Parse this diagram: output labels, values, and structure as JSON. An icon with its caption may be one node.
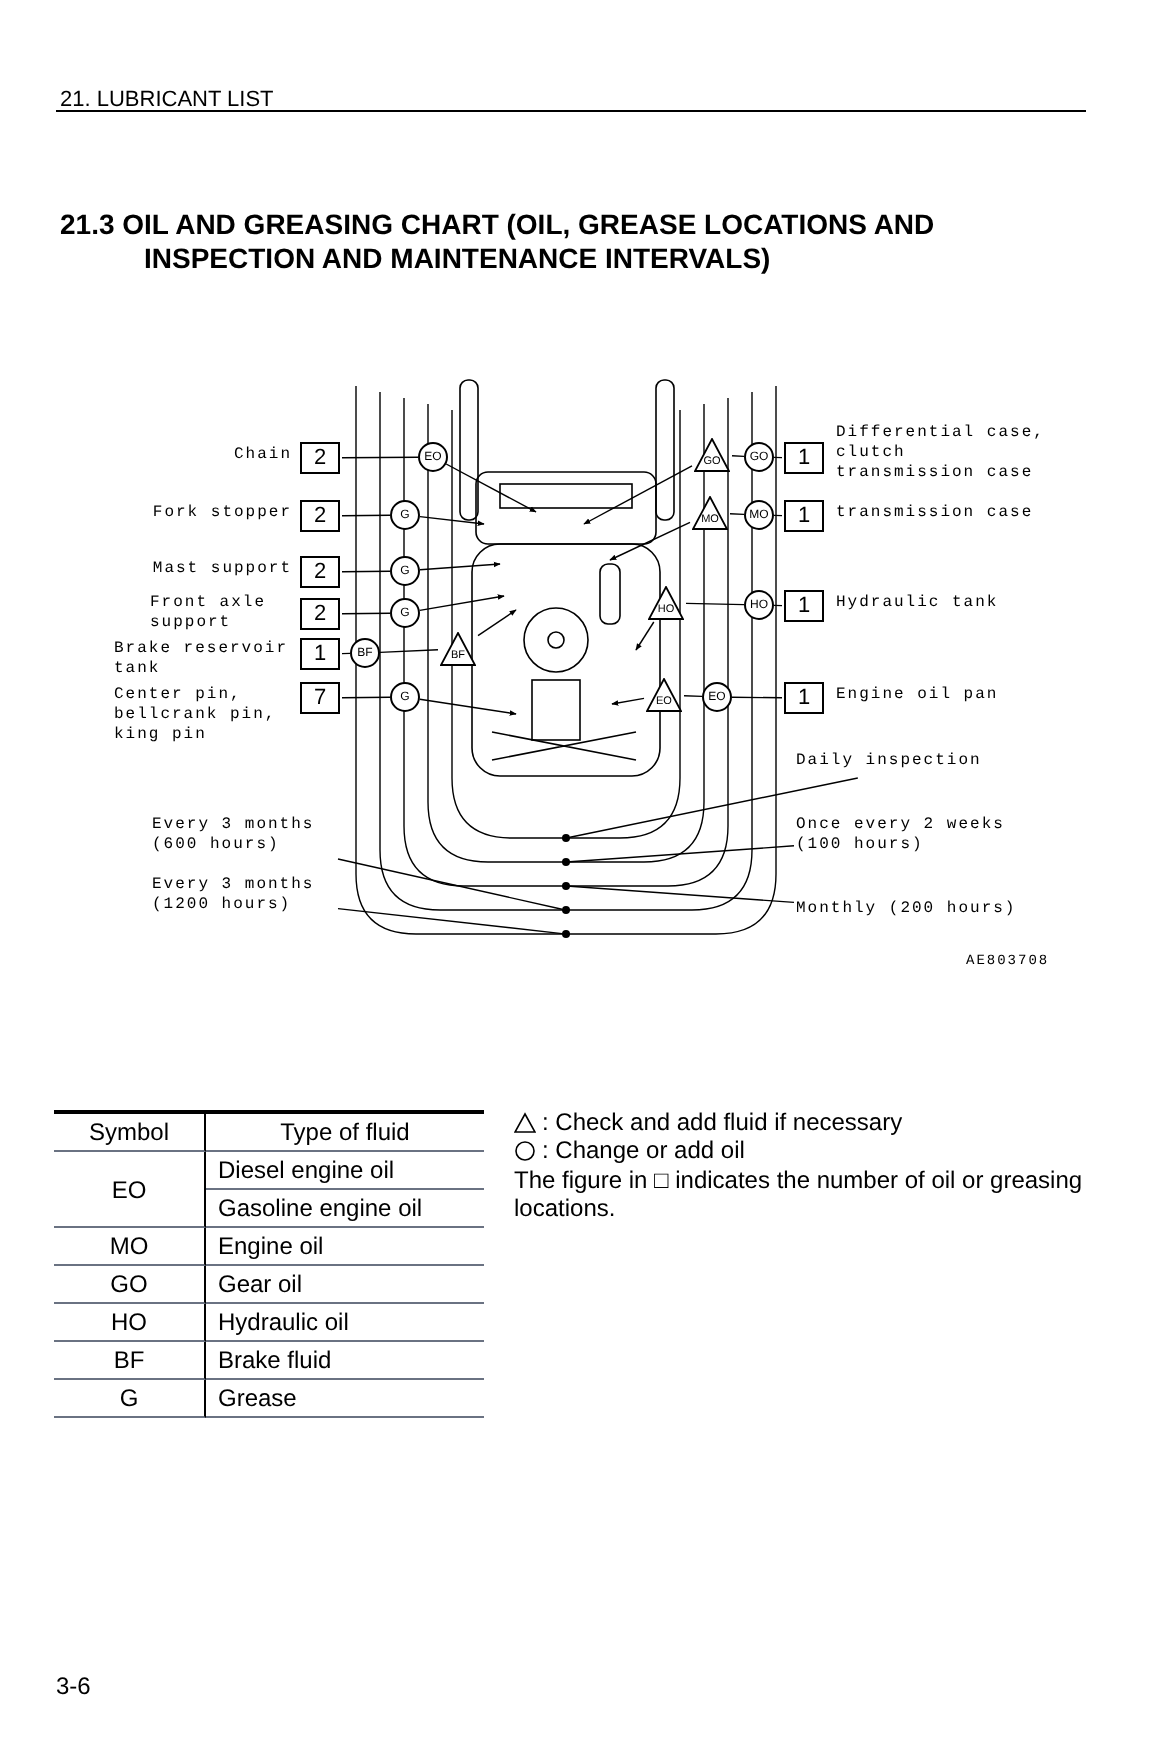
{
  "diagram": {
    "title": "21.3 OIL AND GREASING CHART (OIL, GREASE LOCATIONS AND INSPECTION AND MAINTENANCE INTERVALS)",
    "nodes": [
      {
        "text": [
          "2"
        ],
        "beside": [
          "Chain"
        ]
      },
      {
        "text": [
          "EO"
        ]
      },
      {
        "text": [
          "2"
        ],
        "beside": [
          "Fork stopper"
        ]
      },
      {
        "text": [
          "G"
        ]
      },
      {
        "text": [
          "2"
        ],
        "beside": [
          "Mast support"
        ]
      },
      {
        "text": [
          "G"
        ]
      },
      {
        "text": [
          "2"
        ],
        "beside": [
          "Front axle support"
        ]
      },
      {
        "text": [
          "G"
        ]
      },
      {
        "text": [
          "1"
        ],
        "beside": [
          "Brake reservoir tank"
        ]
      },
      {
        "text": [
          "BF"
        ]
      },
      {
        "text": [
          "BF"
        ]
      },
      {
        "text": [
          "7"
        ],
        "beside": [
          "Center pin, bellcrank pin, king pin"
        ]
      },
      {
        "text": [
          "G"
        ]
      },
      {
        "text": [
          "1"
        ],
        "beside": [
          "Differential case, clutch transmission case"
        ]
      },
      {
        "text": [
          "GO"
        ]
      },
      {
        "text": [
          "GO"
        ]
      },
      {
        "text": [
          "1"
        ],
        "beside": [
          "transmission case"
        ]
      },
      {
        "text": [
          "MO"
        ]
      },
      {
        "text": [
          "MO"
        ]
      },
      {
        "text": [
          "1"
        ],
        "beside": [
          "Hydraulic tank"
        ]
      },
      {
        "text": [
          "HO"
        ]
      },
      {
        "text": [
          "HO"
        ]
      },
      {
        "text": [
          "1"
        ],
        "beside": [
          "Engine oil pan"
        ]
      },
      {
        "text": [
          "EO"
        ]
      },
      {
        "text": [
          "EO"
        ]
      },
      {
        "text": [
          "Daily inspection"
        ]
      },
      {
        "text": [
          "Once every 2 weeks (100 hours)"
        ]
      },
      {
        "text": [
          "Monthly (200 hours)"
        ]
      },
      {
        "text": [
          "Every 3 months (600 hours)"
        ]
      },
      {
        "text": [
          "Every 3 months (1200 hours)"
        ]
      },
      {
        "text": [],
        "shape": "circle"
      },
      {
        "text": [],
        "shape": "circle"
      },
      {
        "text": [],
        "shape": "circle"
      },
      {
        "text": [],
        "shape": "circle"
      },
      {
        "text": [],
        "shape": "circle"
      }
    ],
    "edges": [
      {
        "from": 0,
        "to": 1,
        "arrow": "none"
      },
      {
        "from": 1,
        "to": null,
        "arrow": "to"
      },
      {
        "from": 2,
        "to": 3,
        "arrow": "none"
      },
      {
        "from": 3,
        "to": null,
        "arrow": "to"
      },
      {
        "from": 4,
        "to": 5,
        "arrow": "none"
      },
      {
        "from": 5,
        "to": null,
        "arrow": "to"
      },
      {
        "from": 6,
        "to": 7,
        "arrow": "none"
      },
      {
        "from": 7,
        "to": null,
        "arrow": "to"
      },
      {
        "from": 8,
        "to": 9,
        "arrow": "none"
      },
      {
        "from": 9,
        "to": 10,
        "arrow": "none"
      },
      {
        "from": 10,
        "to": null,
        "arrow": "to"
      },
      {
        "from": 11,
        "to": 12,
        "arrow": "none"
      },
      {
        "from": 12,
        "to": null,
        "arrow": "to"
      },
      {
        "from": 13,
        "to": 14,
        "arrow": "none"
      },
      {
        "from": 14,
        "to": 15,
        "arrow": "none"
      },
      {
        "from": 15,
        "to": null,
        "arrow": "to"
      },
      {
        "from": 16,
        "to": 17,
        "arrow": "none"
      },
      {
        "from": 17,
        "to": 18,
        "arrow": "none"
      },
      {
        "from": 18,
        "to": null,
        "arrow": "to"
      },
      {
        "from": 19,
        "to": 20,
        "arrow": "none"
      },
      {
        "from": 20,
        "to": 21,
        "arrow": "none"
      },
      {
        "from": 21,
        "to": null,
        "arrow": "to"
      },
      {
        "from": 22,
        "to": 23,
        "arrow": "none"
      },
      {
        "from": 23,
        "to": 24,
        "arrow": "none"
      },
      {
        "from": 24,
        "to": null,
        "arrow": "to"
      },
      {
        "from": 25,
        "to": 30,
        "arrow": "none"
      },
      {
        "from": 26,
        "to": 31,
        "arrow": "none"
      },
      {
        "from": 27,
        "to": 32,
        "arrow": "none"
      },
      {
        "from": 28,
        "to": 33,
        "arrow": "none"
      },
      {
        "from": 29,
        "to": 34,
        "arrow": "none"
      }
    ],
    "labels": [
      "21. LUBRICANT LIST",
      "AE803708",
      "Symbol",
      "Type of fluid",
      "EO",
      "Diesel engine oil",
      "Gasoline engine oil",
      "MO",
      "Engine oil",
      "GO",
      "Gear oil",
      "HO",
      "Hydraulic oil",
      "BF",
      "Brake fluid",
      "G",
      "Grease",
      "The figure in □ indicates the number of oil or greasing locations.",
      "3-6"
    ],
    "legend": [
      {
        "text": ": Check and add fluid if necessary"
      },
      {
        "text": ": Change or add oil"
      }
    ]
  }
}
